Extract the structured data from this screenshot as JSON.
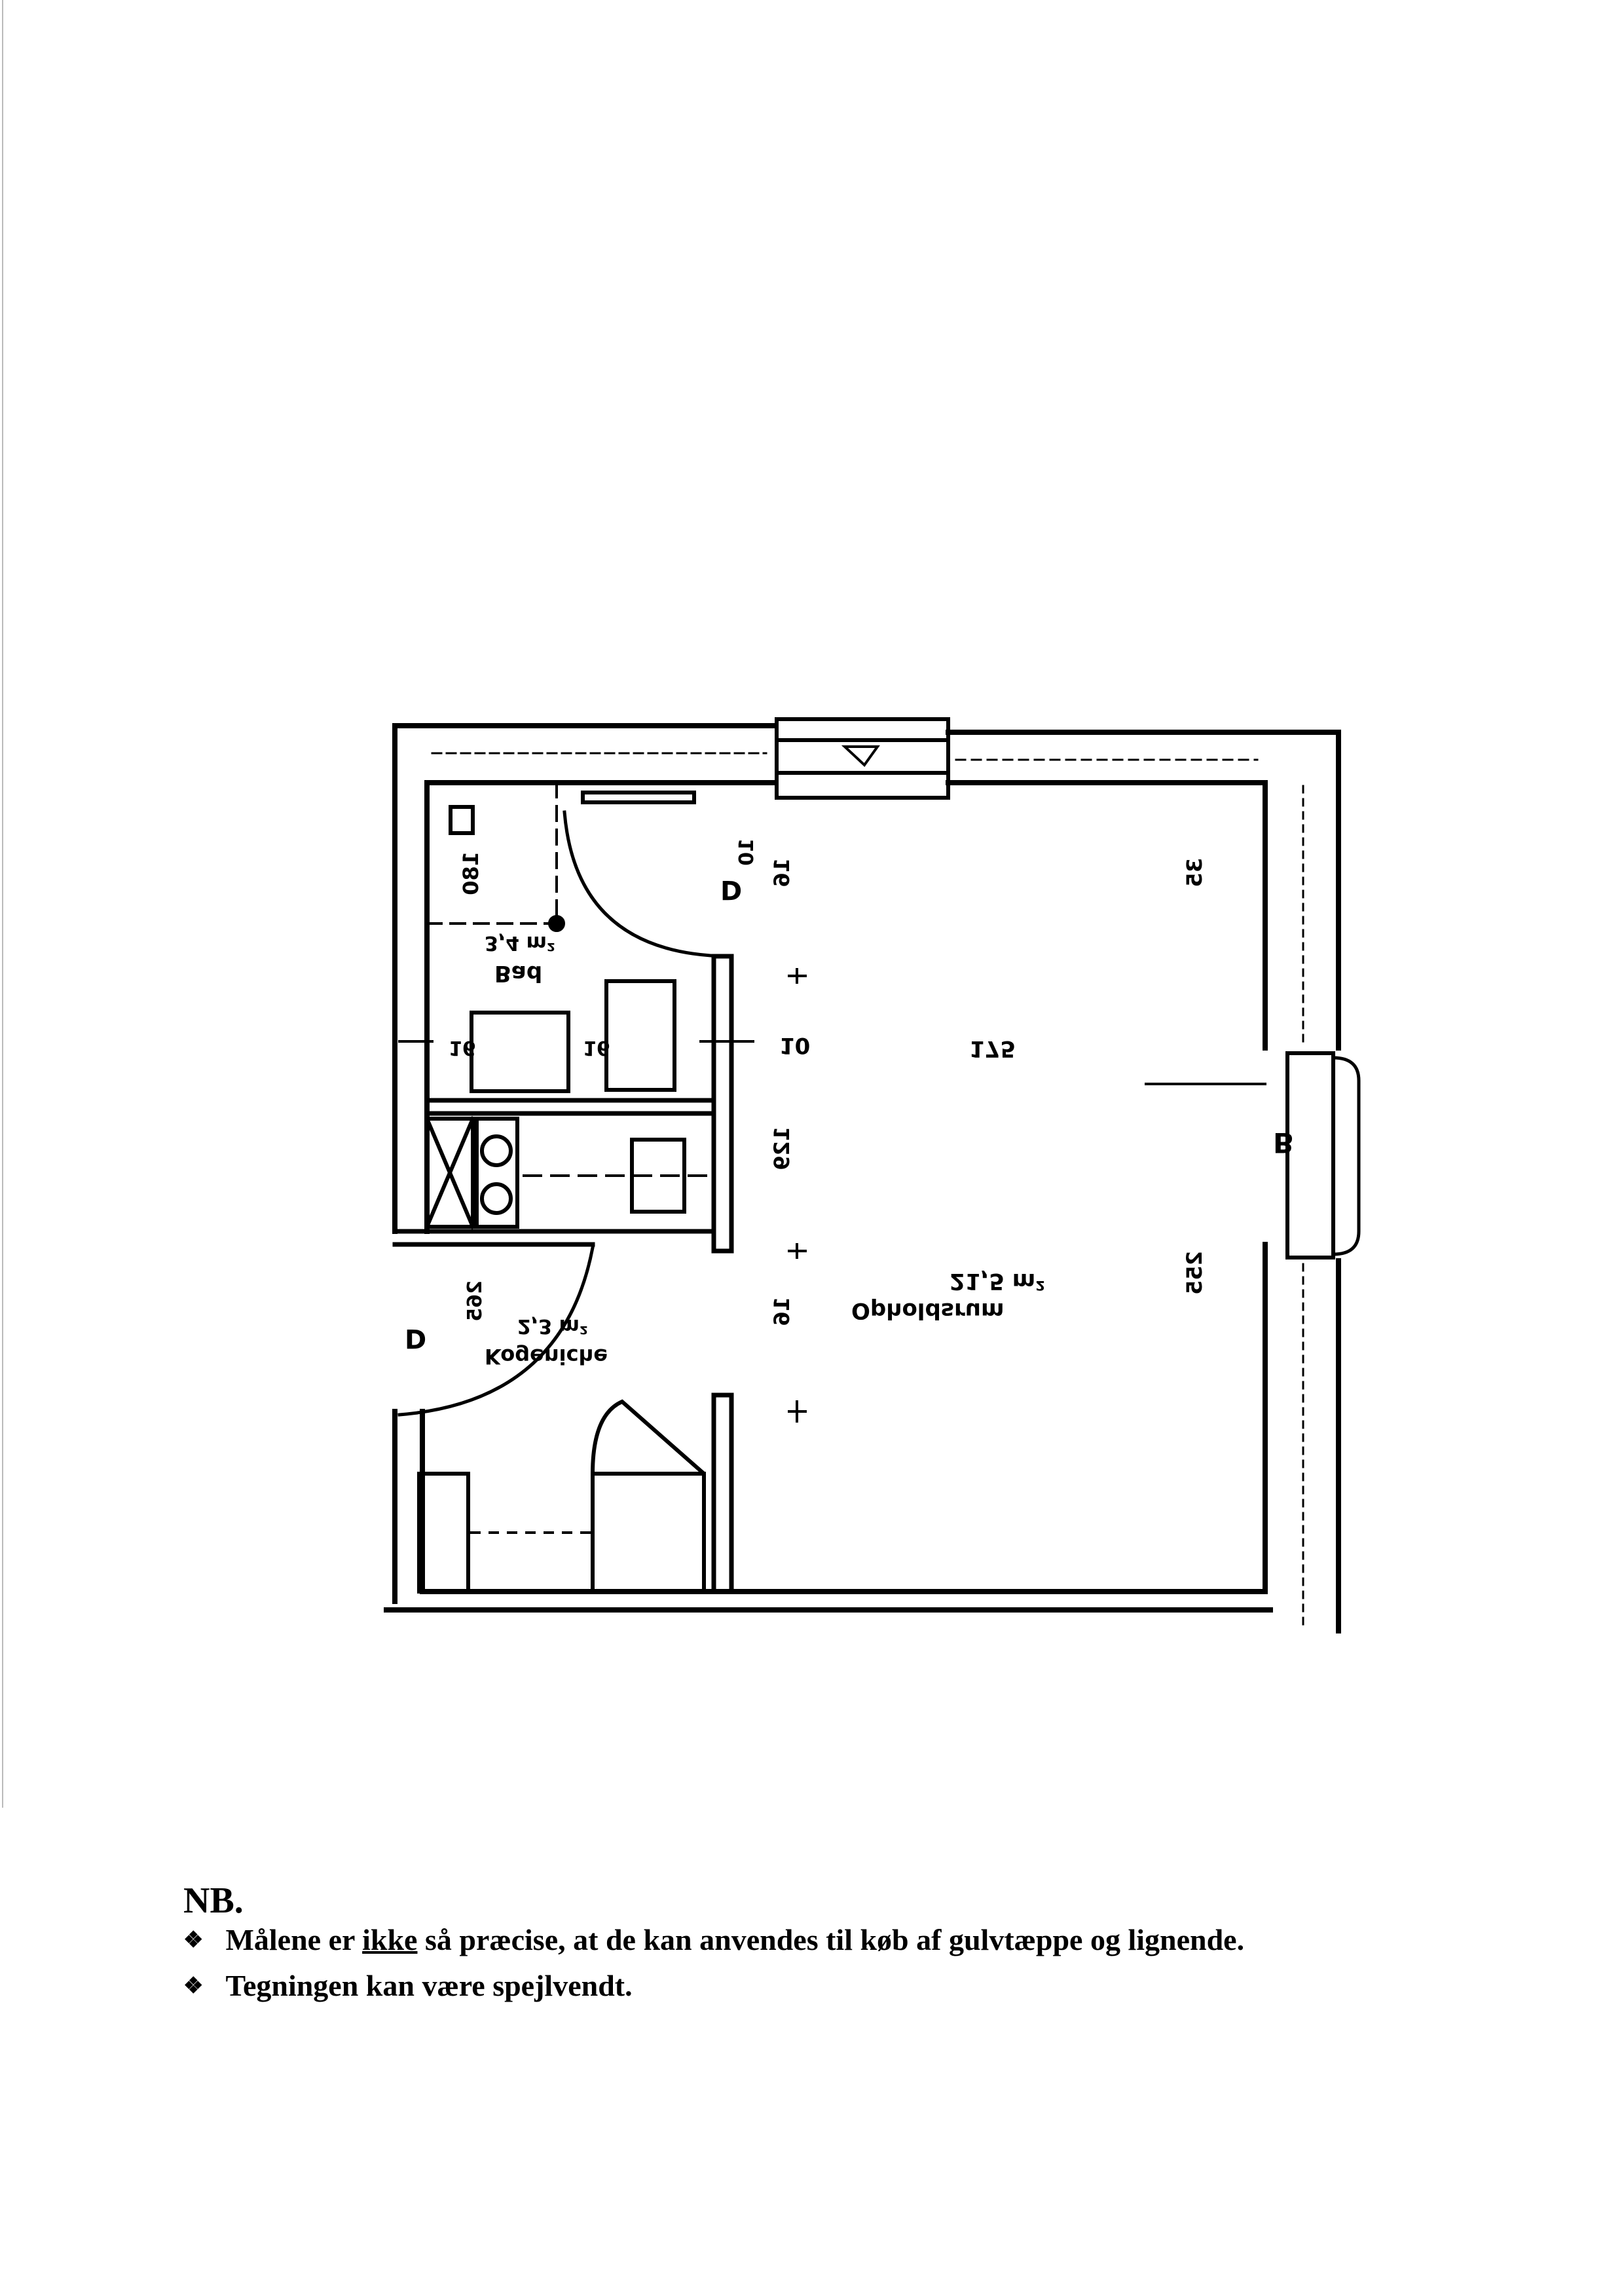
{
  "plan": {
    "rooms": {
      "bath": {
        "name": "Bad",
        "area": "3,4 m²"
      },
      "living": {
        "name": "Opholdsrum",
        "area": "21,5 m²"
      },
      "kitchen": {
        "name": "Kogeniche",
        "area": "2,3 m²"
      }
    },
    "dimensions": {
      "bath_length": "180",
      "top_wall": "10",
      "d1": "16",
      "d2": "10",
      "d3": "129",
      "d4": "16",
      "room_width": "175",
      "right_top": "35",
      "right_bottom": "255",
      "kitchen_len": "265",
      "fix1": "16",
      "fix2": "16"
    },
    "marks": {
      "door_bath": "D",
      "door_entry": "D",
      "window_right": "B"
    }
  },
  "notes": {
    "heading": "NB.",
    "bullet_icon": "diamond-bullet-icon",
    "line1_before": "Målene er",
    "line1_emph": "ikke",
    "line1_after": "så præcise, at de kan anvendes til køb af gulvtæppe og lignende.",
    "line2": "Tegningen kan være spejlvendt."
  }
}
